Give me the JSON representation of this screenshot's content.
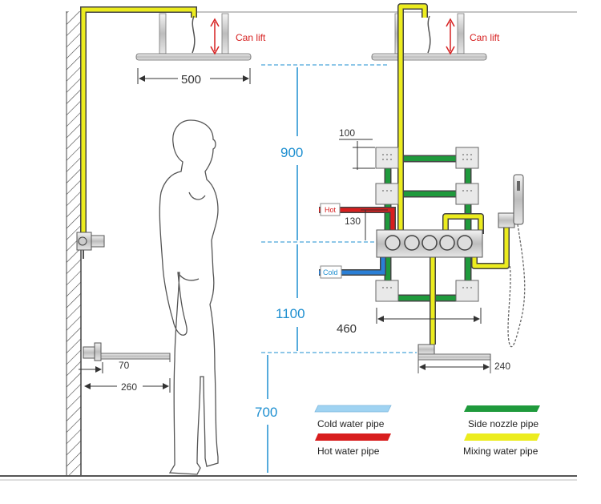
{
  "labels": {
    "can_lift_left": "Can lift",
    "can_lift_right": "Can lift",
    "hot_tag": "Hot",
    "cold_tag": "Cold"
  },
  "dimensions": {
    "shower_head_width": "500",
    "nozzle_offset": "100",
    "height_900": "900",
    "valve_offset": "130",
    "height_1100": "1100",
    "valve_width": "460",
    "height_700": "700",
    "tub_spout_offset": "70",
    "tub_spout_length": "260",
    "spout_right_length": "240"
  },
  "legend": [
    {
      "label": "Cold water pipe",
      "color": "#9fd3f2"
    },
    {
      "label": "Hot water pipe",
      "color": "#d81e1e"
    },
    {
      "label": "Side nozzle pipe",
      "color": "#1f9a3c"
    },
    {
      "label": "Mixing water pipe",
      "color": "#ecec1e"
    }
  ],
  "colors": {
    "dimension_blue": "#1e8fd0",
    "label_red": "#d62020",
    "pipe_gray": "#555555"
  }
}
